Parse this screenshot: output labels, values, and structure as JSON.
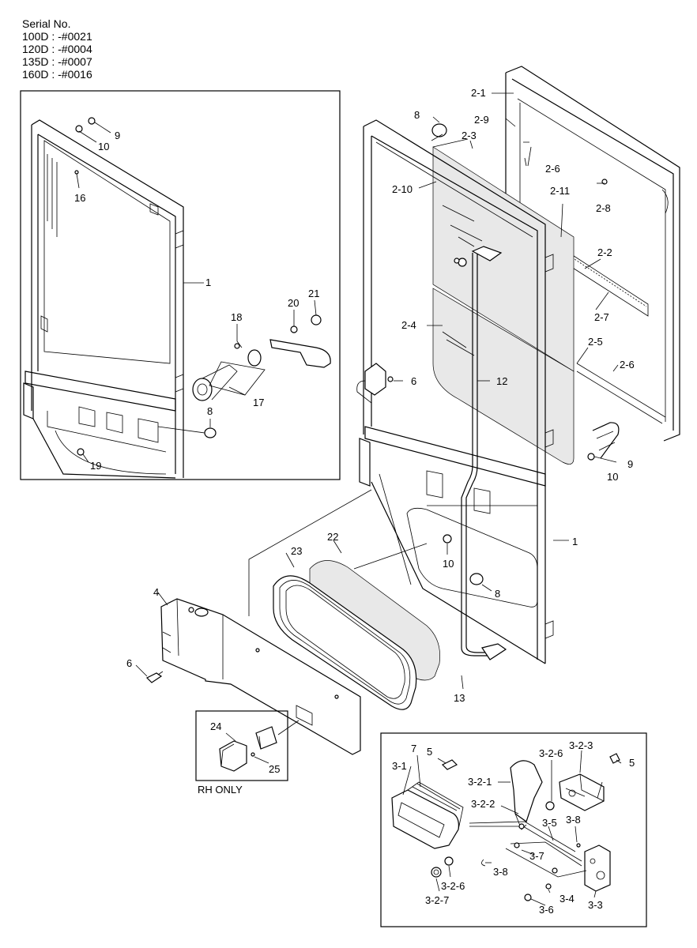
{
  "header": {
    "title": "Serial No.",
    "lines": [
      "100D : -#0021",
      "120D : -#0004",
      "135D : -#0007",
      "160D : -#0016"
    ]
  },
  "inset_note": "RH ONLY",
  "labels": {
    "l_1a": "1",
    "l_9a": "9",
    "l_10a": "10",
    "l_16": "16",
    "l_18": "18",
    "l_20": "20",
    "l_21": "21",
    "l_17": "17",
    "l_8a": "8",
    "l_19": "19",
    "l_2_1": "2-1",
    "l_8b": "8",
    "l_2_9": "2-9",
    "l_2_3": "2-3",
    "l_2_6a": "2-6",
    "l_2_8": "2-8",
    "l_2_10": "2-10",
    "l_2_11": "2-11",
    "l_2_2": "2-2",
    "l_2_7": "2-7",
    "l_2_4": "2-4",
    "l_2_5": "2-5",
    "l_2_6b": "2-6",
    "l_12": "12",
    "l_6a": "6",
    "l_9b": "9",
    "l_10b": "10",
    "l_1b": "1",
    "l_10c": "10",
    "l_8c": "8",
    "l_22": "22",
    "l_23": "23",
    "l_4": "4",
    "l_6b": "6",
    "l_13": "13",
    "l_24": "24",
    "l_25": "25",
    "l_7": "7",
    "l_5a": "5",
    "l_3_1": "3-1",
    "l_3_2_1": "3-2-1",
    "l_3_2_6a": "3-2-6",
    "l_3_2_3": "3-2-3",
    "l_5b": "5",
    "l_3_2_2": "3-2-2",
    "l_3_5": "3-5",
    "l_3_8a": "3-8",
    "l_3_7": "3-7",
    "l_3_8b": "3-8",
    "l_3_2_6b": "3-2-6",
    "l_3_2_7": "3-2-7",
    "l_3_4": "3-4",
    "l_3_6": "3-6",
    "l_3_3": "3-3"
  }
}
